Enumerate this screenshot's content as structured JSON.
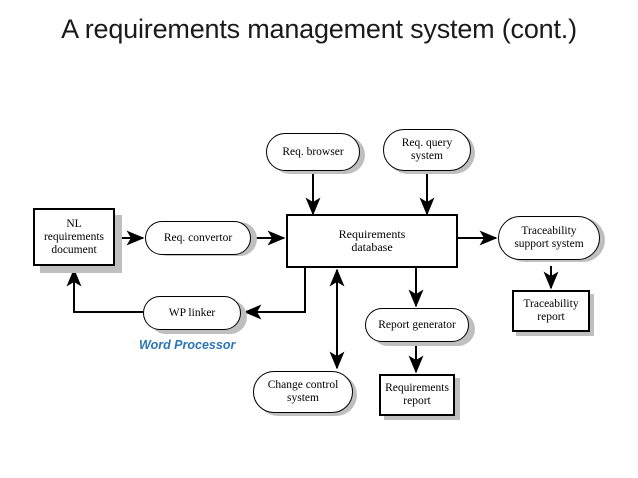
{
  "slide": {
    "title": "A requirements management system (cont.)",
    "background_color": "#ffffff"
  },
  "diagram": {
    "type": "flow-diagram",
    "node_shapes": {
      "rect": "rectangle (store / document)",
      "stadium": "rounded rectangle (process / tool)"
    },
    "nodes": [
      {
        "id": "nl-requirements-document",
        "label": "NL\nrequirements\ndocument",
        "shape": "rect"
      },
      {
        "id": "req-convertor",
        "label": "Req. convertor",
        "shape": "stadium"
      },
      {
        "id": "req-browser",
        "label": "Req. browser",
        "shape": "stadium"
      },
      {
        "id": "req-query-system",
        "label": "Req. query\nsystem",
        "shape": "stadium"
      },
      {
        "id": "requirements-database",
        "label": "Requirements\ndatabase",
        "shape": "rect"
      },
      {
        "id": "traceability-support-system",
        "label": "Traceability\nsupport system",
        "shape": "stadium"
      },
      {
        "id": "traceability-report",
        "label": "Traceability\nreport",
        "shape": "rect"
      },
      {
        "id": "wp-linker",
        "label": "WP linker",
        "shape": "stadium"
      },
      {
        "id": "change-control-system",
        "label": "Change control\nsystem",
        "shape": "stadium"
      },
      {
        "id": "report-generator",
        "label": "Report generator",
        "shape": "stadium"
      },
      {
        "id": "requirements-report",
        "label": "Requirements\nreport",
        "shape": "rect"
      }
    ],
    "edges": [
      {
        "from": "nl-requirements-document",
        "to": "req-convertor",
        "arrow": "single"
      },
      {
        "from": "req-convertor",
        "to": "requirements-database",
        "arrow": "single"
      },
      {
        "from": "req-browser",
        "to": "requirements-database",
        "arrow": "single"
      },
      {
        "from": "req-query-system",
        "to": "requirements-database",
        "arrow": "single"
      },
      {
        "from": "requirements-database",
        "to": "traceability-support-system",
        "arrow": "single"
      },
      {
        "from": "traceability-support-system",
        "to": "traceability-report",
        "arrow": "single"
      },
      {
        "from": "requirements-database",
        "to": "wp-linker",
        "arrow": "single"
      },
      {
        "from": "wp-linker",
        "to": "nl-requirements-document",
        "arrow": "single"
      },
      {
        "from": "requirements-database",
        "to": "change-control-system",
        "arrow": "double"
      },
      {
        "from": "requirements-database",
        "to": "report-generator",
        "arrow": "single"
      },
      {
        "from": "report-generator",
        "to": "requirements-report",
        "arrow": "single"
      }
    ],
    "annotations": [
      {
        "id": "word-processor",
        "text": "Word Processor",
        "color": "#2e75b6",
        "attached_to": "wp-linker"
      }
    ],
    "colors": {
      "stroke": "#000000",
      "fill": "#ffffff",
      "shadow": "#bfbfbf",
      "annotation": "#2e75b6"
    }
  }
}
